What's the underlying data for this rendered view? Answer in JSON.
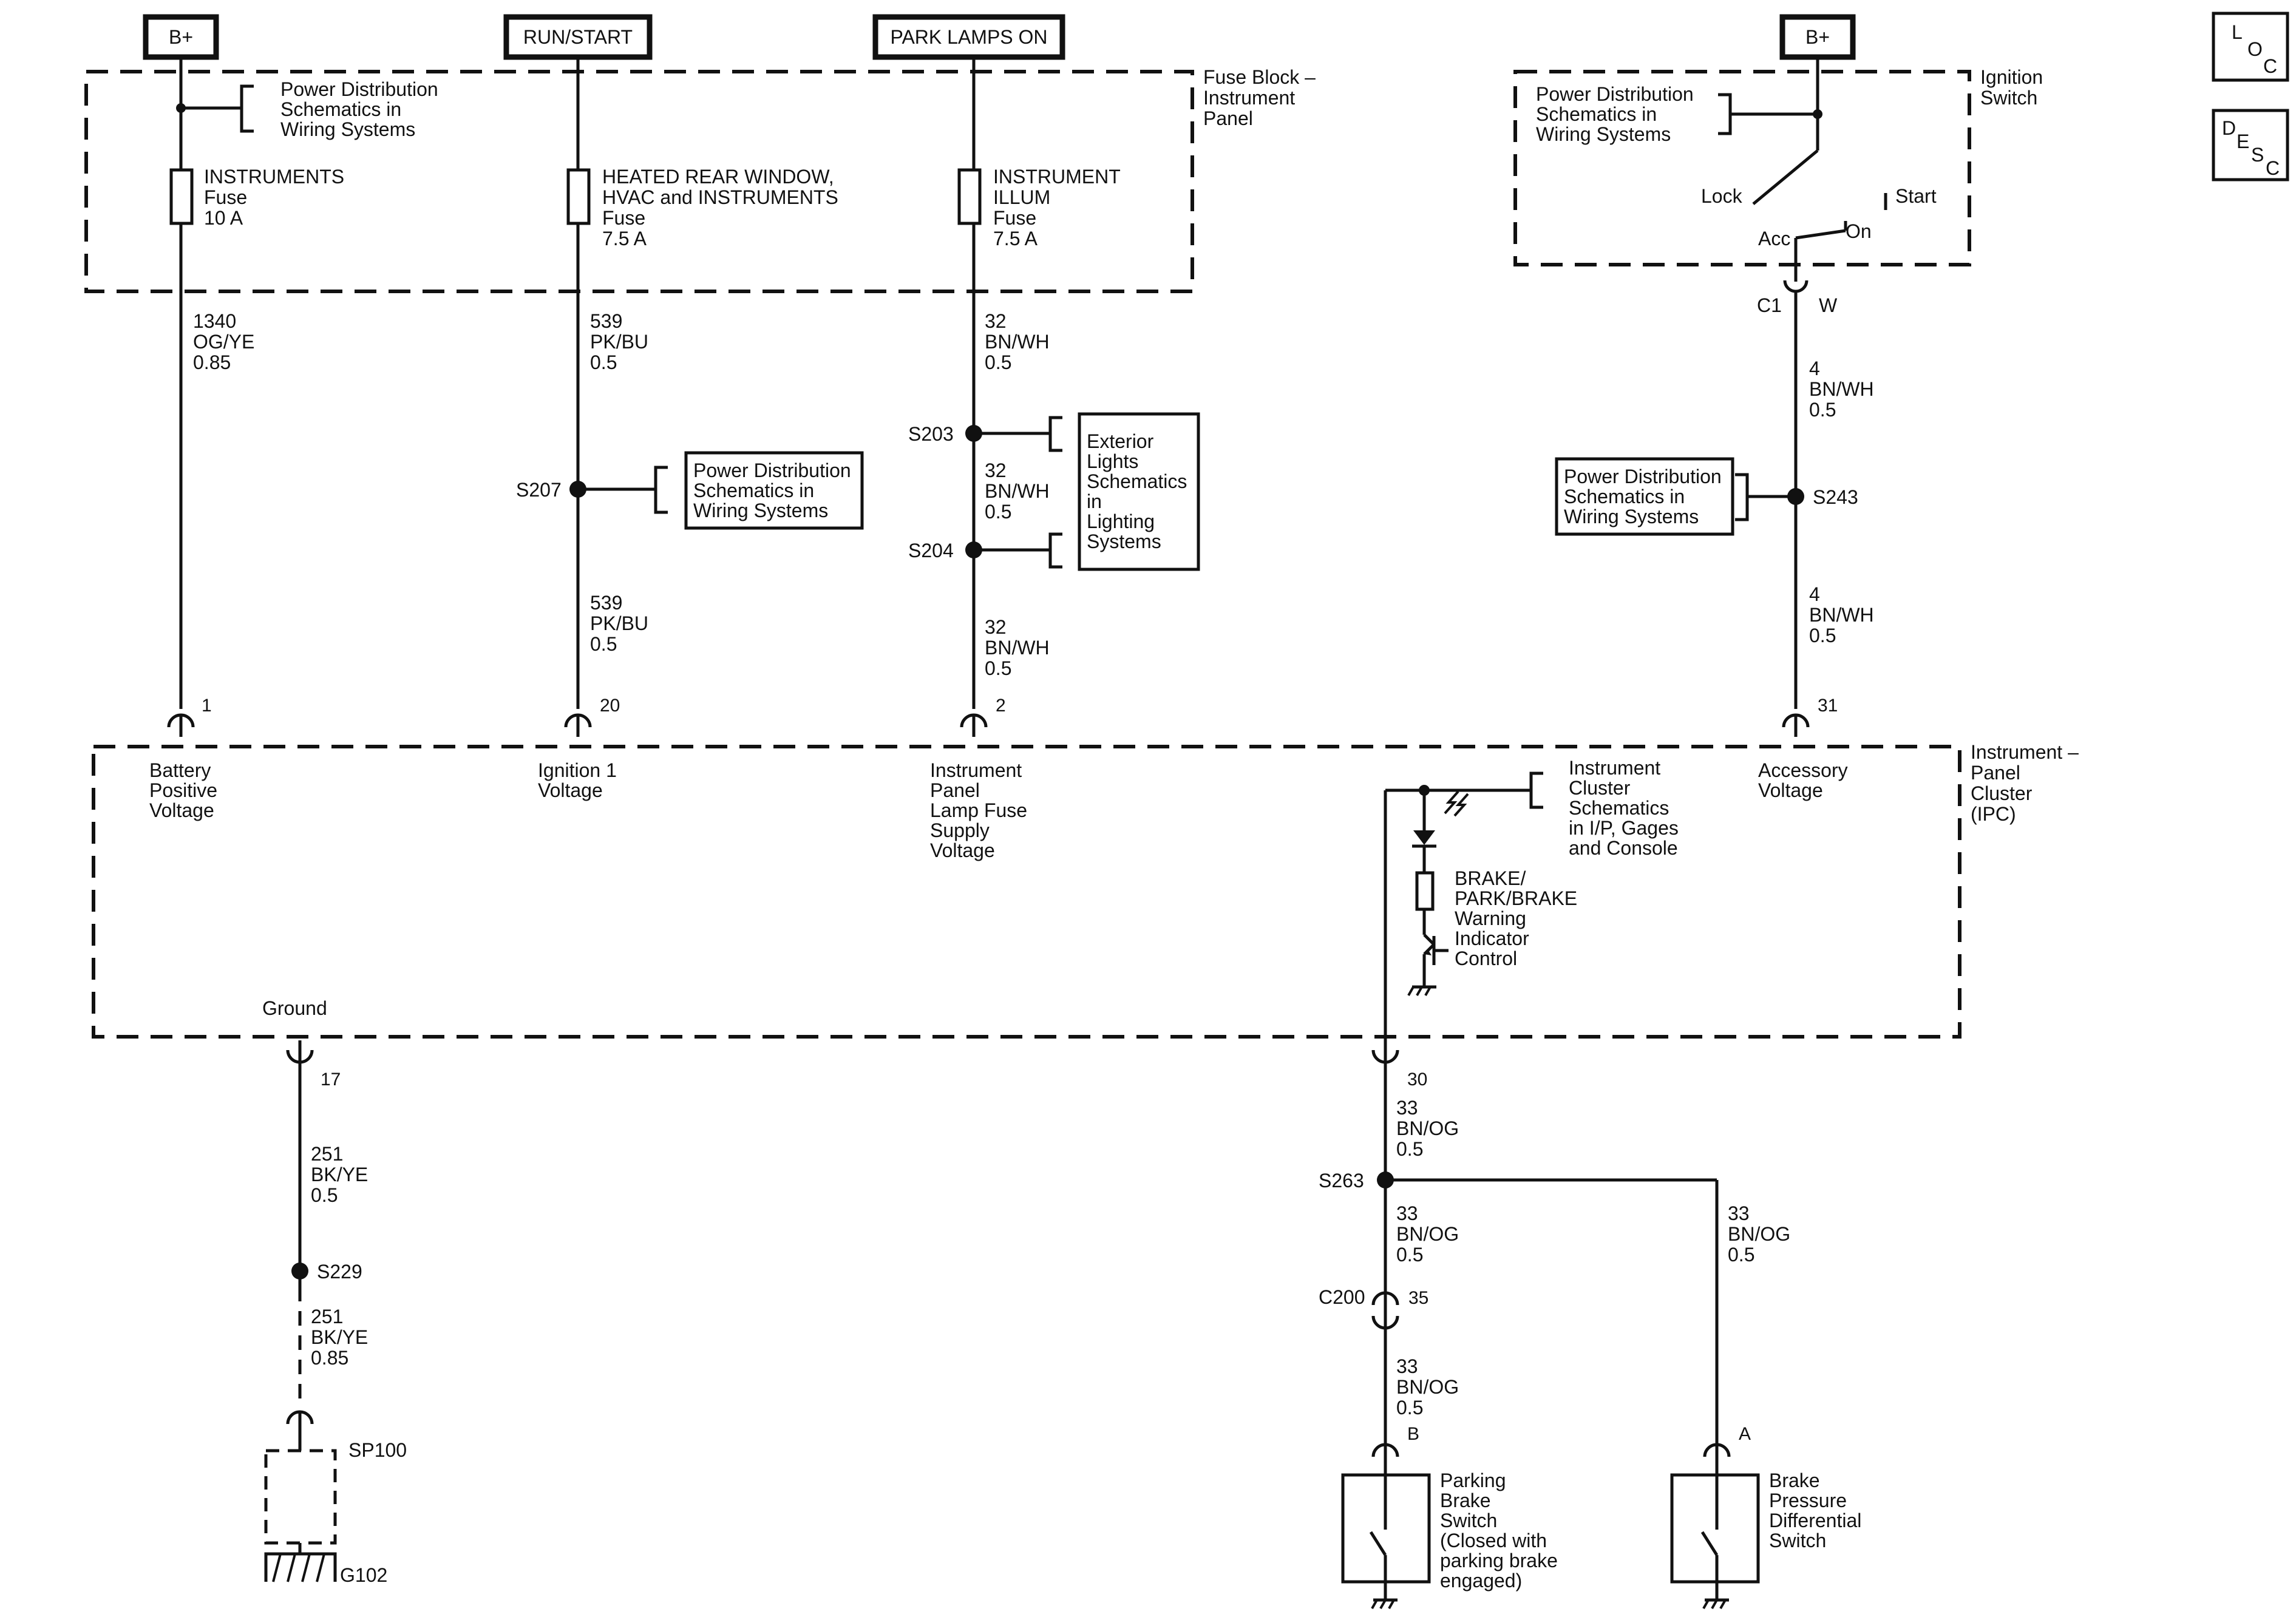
{
  "power_sources": {
    "bplus_left": "B+",
    "run_start": "RUN/START",
    "park_lamps_on": "PARK LAMPS ON",
    "bplus_right": "B+"
  },
  "fuse_block": {
    "title": [
      "Fuse Block –",
      "Instrument",
      "Panel"
    ],
    "pds_ref": [
      "Power Distribution",
      "Schematics in",
      "Wiring Systems"
    ],
    "fuse_instruments": [
      "INSTRUMENTS",
      "Fuse",
      "10 A"
    ],
    "fuse_heated": [
      "HEATED REAR WINDOW,",
      "HVAC and INSTRUMENTS",
      "Fuse",
      "7.5 A"
    ],
    "fuse_illum": [
      "INSTRUMENT",
      "ILLUM",
      "Fuse",
      "7.5 A"
    ]
  },
  "ignition_switch": {
    "title": [
      "Ignition",
      "Switch"
    ],
    "pds_ref": [
      "Power Distribution",
      "Schematics in",
      "Wiring Systems"
    ],
    "lock": "Lock",
    "start": "Start",
    "acc": "Acc",
    "on": "On",
    "connector": "C1",
    "pin": "W"
  },
  "wires": {
    "w1340": [
      "1340",
      "OG/YE",
      "0.85"
    ],
    "w539a": [
      "539",
      "PK/BU",
      "0.5"
    ],
    "w539b": [
      "539",
      "PK/BU",
      "0.5"
    ],
    "w32a": [
      "32",
      "BN/WH",
      "0.5"
    ],
    "w32b": [
      "32",
      "BN/WH",
      "0.5"
    ],
    "w32c": [
      "32",
      "BN/WH",
      "0.5"
    ],
    "w4a": [
      "4",
      "BN/WH",
      "0.5"
    ],
    "w4b": [
      "4",
      "BN/WH",
      "0.5"
    ],
    "w251a": [
      "251",
      "BK/YE",
      "0.5"
    ],
    "w251b": [
      "251",
      "BK/YE",
      "0.85"
    ],
    "w33a": [
      "33",
      "BN/OG",
      "0.5"
    ],
    "w33b": [
      "33",
      "BN/OG",
      "0.5"
    ],
    "w33c": [
      "33",
      "BN/OG",
      "0.5"
    ],
    "w33d": [
      "33",
      "BN/OG",
      "0.5"
    ]
  },
  "splices": {
    "s207": "S207",
    "s203": "S203",
    "s204": "S204",
    "s243": "S243",
    "s229": "S229",
    "s263": "S263"
  },
  "references": {
    "pds_s207": [
      "Power Distribution",
      "Schematics in",
      "Wiring Systems"
    ],
    "exterior_lights": [
      "Exterior",
      "Lights",
      "Schematics",
      "in",
      "Lighting",
      "Systems"
    ],
    "pds_s243": [
      "Power Distribution",
      "Schematics in",
      "Wiring Systems"
    ],
    "ipc_ref": [
      "Instrument",
      "Cluster",
      "Schematics",
      "in I/P, Gages",
      "and Console"
    ]
  },
  "ipc": {
    "title": [
      "Instrument –",
      "Panel",
      "Cluster",
      "(IPC)"
    ],
    "pin1": "1",
    "pin20": "20",
    "pin2": "2",
    "pin31": "31",
    "pin17": "17",
    "pin30": "30",
    "battery_voltage": [
      "Battery",
      "Positive",
      "Voltage"
    ],
    "ignition_voltage": [
      "Ignition 1",
      "Voltage"
    ],
    "lamp_voltage": [
      "Instrument",
      "Panel",
      "Lamp Fuse",
      "Supply",
      "Voltage"
    ],
    "accessory_voltage": [
      "Accessory",
      "Voltage"
    ],
    "ground": "Ground",
    "warning": [
      "BRAKE/",
      "PARK/BRAKE",
      "Warning",
      "Indicator",
      "Control"
    ]
  },
  "lower": {
    "c200": "C200",
    "pin35": "35",
    "pin_b": "B",
    "pin_a": "A",
    "sp100": "SP100",
    "g102": "G102",
    "parking_brake_switch": [
      "Parking",
      "Brake",
      "Switch",
      "(Closed with",
      "parking brake",
      "engaged)"
    ],
    "brake_pressure_switch": [
      "Brake",
      "Pressure",
      "Differential",
      "Switch"
    ]
  },
  "legend": {
    "loc": [
      "L",
      "O",
      "C"
    ],
    "desc": [
      "D",
      "E",
      "S",
      "C"
    ]
  }
}
